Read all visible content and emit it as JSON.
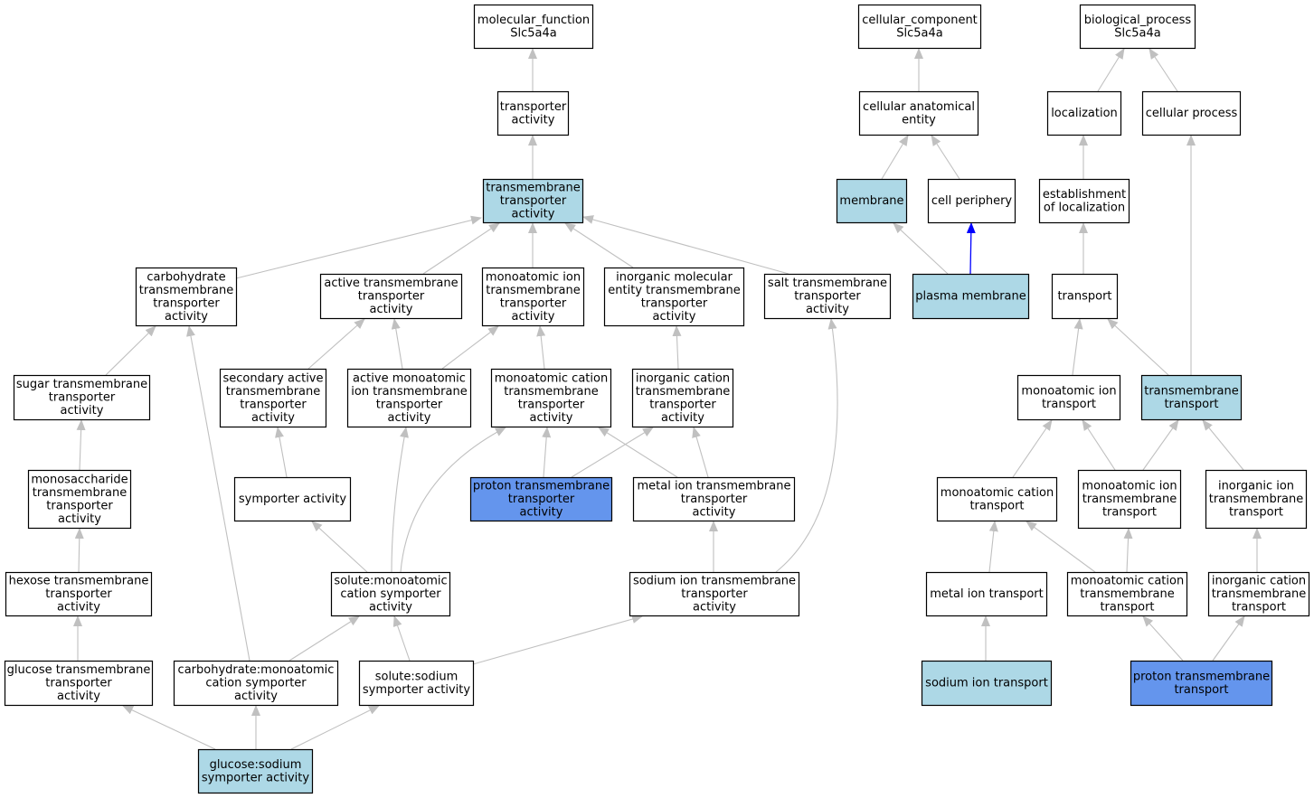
{
  "colors": {
    "node_fill": "#ffffff",
    "annotated_fill": "#add8e6",
    "direct_fill": "#6495ed",
    "node_stroke": "#000000",
    "edge": "#c0c0c0",
    "highlight_edge": "#0000ff"
  },
  "nodes": [
    {
      "id": "mf_root",
      "lines": [
        "molecular_function",
        "Slc5a4a"
      ],
      "style": "plain"
    },
    {
      "id": "transporter_activity",
      "lines": [
        "transporter",
        "activity"
      ],
      "style": "plain"
    },
    {
      "id": "tm_transporter_activity",
      "lines": [
        "transmembrane",
        "transporter",
        "activity"
      ],
      "style": "annotated"
    },
    {
      "id": "carb_tm",
      "lines": [
        "carbohydrate",
        "transmembrane",
        "transporter",
        "activity"
      ],
      "style": "plain"
    },
    {
      "id": "active_tm",
      "lines": [
        "active transmembrane",
        "transporter",
        "activity"
      ],
      "style": "plain"
    },
    {
      "id": "monoatomic_ion_tm",
      "lines": [
        "monoatomic ion",
        "transmembrane",
        "transporter",
        "activity"
      ],
      "style": "plain"
    },
    {
      "id": "inorg_mol_entity_tm",
      "lines": [
        "inorganic molecular",
        "entity transmembrane",
        "transporter",
        "activity"
      ],
      "style": "plain"
    },
    {
      "id": "salt_tm",
      "lines": [
        "salt transmembrane",
        "transporter",
        "activity"
      ],
      "style": "plain"
    },
    {
      "id": "sugar_tm",
      "lines": [
        "sugar transmembrane",
        "transporter",
        "activity"
      ],
      "style": "plain"
    },
    {
      "id": "secondary_active_tm",
      "lines": [
        "secondary active",
        "transmembrane",
        "transporter",
        "activity"
      ],
      "style": "plain"
    },
    {
      "id": "active_monoatomic_ion_tm",
      "lines": [
        "active monoatomic",
        "ion transmembrane",
        "transporter",
        "activity"
      ],
      "style": "plain"
    },
    {
      "id": "monoatomic_cation_tm",
      "lines": [
        "monoatomic cation",
        "transmembrane",
        "transporter",
        "activity"
      ],
      "style": "plain"
    },
    {
      "id": "inorg_cation_tm",
      "lines": [
        "inorganic cation",
        "transmembrane",
        "transporter",
        "activity"
      ],
      "style": "plain"
    },
    {
      "id": "monosaccharide_tm",
      "lines": [
        "monosaccharide",
        "transmembrane",
        "transporter",
        "activity"
      ],
      "style": "plain"
    },
    {
      "id": "symporter",
      "lines": [
        "symporter activity"
      ],
      "style": "plain"
    },
    {
      "id": "proton_tm",
      "lines": [
        "proton transmembrane",
        "transporter",
        "activity"
      ],
      "style": "direct"
    },
    {
      "id": "metal_ion_tm",
      "lines": [
        "metal ion transmembrane",
        "transporter",
        "activity"
      ],
      "style": "plain"
    },
    {
      "id": "hexose_tm",
      "lines": [
        "hexose transmembrane",
        "transporter",
        "activity"
      ],
      "style": "plain"
    },
    {
      "id": "solute_monoatomic_cation_symporter",
      "lines": [
        "solute:monoatomic",
        "cation symporter",
        "activity"
      ],
      "style": "plain"
    },
    {
      "id": "sodium_ion_tm",
      "lines": [
        "sodium ion transmembrane",
        "transporter",
        "activity"
      ],
      "style": "plain"
    },
    {
      "id": "glucose_tm",
      "lines": [
        "glucose transmembrane",
        "transporter",
        "activity"
      ],
      "style": "plain"
    },
    {
      "id": "carb_monoatomic_cation_symporter",
      "lines": [
        "carbohydrate:monoatomic",
        "cation symporter",
        "activity"
      ],
      "style": "plain"
    },
    {
      "id": "solute_sodium_symporter",
      "lines": [
        "solute:sodium",
        "symporter activity"
      ],
      "style": "plain"
    },
    {
      "id": "glucose_sodium_symporter",
      "lines": [
        "glucose:sodium",
        "symporter activity"
      ],
      "style": "annotated"
    },
    {
      "id": "cc_root",
      "lines": [
        "cellular_component",
        "Slc5a4a"
      ],
      "style": "plain"
    },
    {
      "id": "cellular_anatomical_entity",
      "lines": [
        "cellular anatomical",
        "entity"
      ],
      "style": "plain"
    },
    {
      "id": "membrane",
      "lines": [
        "membrane"
      ],
      "style": "annotated"
    },
    {
      "id": "cell_periphery",
      "lines": [
        "cell periphery"
      ],
      "style": "plain"
    },
    {
      "id": "plasma_membrane",
      "lines": [
        "plasma membrane"
      ],
      "style": "annotated"
    },
    {
      "id": "bp_root",
      "lines": [
        "biological_process",
        "Slc5a4a"
      ],
      "style": "plain"
    },
    {
      "id": "localization",
      "lines": [
        "localization"
      ],
      "style": "plain"
    },
    {
      "id": "cellular_process",
      "lines": [
        "cellular process"
      ],
      "style": "plain"
    },
    {
      "id": "establishment_of_localization",
      "lines": [
        "establishment",
        "of localization"
      ],
      "style": "plain"
    },
    {
      "id": "transport",
      "lines": [
        "transport"
      ],
      "style": "plain"
    },
    {
      "id": "monoatomic_ion_transport",
      "lines": [
        "monoatomic ion",
        "transport"
      ],
      "style": "plain"
    },
    {
      "id": "tm_transport",
      "lines": [
        "transmembrane",
        "transport"
      ],
      "style": "annotated"
    },
    {
      "id": "monoatomic_cation_transport",
      "lines": [
        "monoatomic cation",
        "transport"
      ],
      "style": "plain"
    },
    {
      "id": "monoatomic_ion_tm_transport",
      "lines": [
        "monoatomic ion",
        "transmembrane",
        "transport"
      ],
      "style": "plain"
    },
    {
      "id": "inorg_ion_tm_transport",
      "lines": [
        "inorganic ion",
        "transmembrane",
        "transport"
      ],
      "style": "plain"
    },
    {
      "id": "metal_ion_transport",
      "lines": [
        "metal ion transport"
      ],
      "style": "plain"
    },
    {
      "id": "monoatomic_cation_tm_transport",
      "lines": [
        "monoatomic cation",
        "transmembrane",
        "transport"
      ],
      "style": "plain"
    },
    {
      "id": "inorg_cation_tm_transport",
      "lines": [
        "inorganic cation",
        "transmembrane",
        "transport"
      ],
      "style": "plain"
    },
    {
      "id": "sodium_ion_transport",
      "lines": [
        "sodium ion transport"
      ],
      "style": "annotated"
    },
    {
      "id": "proton_tm_transport",
      "lines": [
        "proton transmembrane",
        "transport"
      ],
      "style": "direct"
    }
  ],
  "edges": [
    {
      "from": "transporter_activity",
      "to": "mf_root"
    },
    {
      "from": "tm_transporter_activity",
      "to": "transporter_activity"
    },
    {
      "from": "carb_tm",
      "to": "tm_transporter_activity"
    },
    {
      "from": "active_tm",
      "to": "tm_transporter_activity"
    },
    {
      "from": "monoatomic_ion_tm",
      "to": "tm_transporter_activity"
    },
    {
      "from": "inorg_mol_entity_tm",
      "to": "tm_transporter_activity"
    },
    {
      "from": "salt_tm",
      "to": "tm_transporter_activity"
    },
    {
      "from": "sugar_tm",
      "to": "carb_tm"
    },
    {
      "from": "secondary_active_tm",
      "to": "active_tm"
    },
    {
      "from": "active_monoatomic_ion_tm",
      "to": "active_tm"
    },
    {
      "from": "active_monoatomic_ion_tm",
      "to": "monoatomic_ion_tm"
    },
    {
      "from": "monoatomic_cation_tm",
      "to": "monoatomic_ion_tm"
    },
    {
      "from": "inorg_cation_tm",
      "to": "inorg_mol_entity_tm"
    },
    {
      "from": "monosaccharide_tm",
      "to": "sugar_tm"
    },
    {
      "from": "symporter",
      "to": "secondary_active_tm"
    },
    {
      "from": "proton_tm",
      "to": "monoatomic_cation_tm"
    },
    {
      "from": "proton_tm",
      "to": "inorg_cation_tm"
    },
    {
      "from": "metal_ion_tm",
      "to": "monoatomic_cation_tm"
    },
    {
      "from": "metal_ion_tm",
      "to": "inorg_cation_tm"
    },
    {
      "from": "hexose_tm",
      "to": "monosaccharide_tm"
    },
    {
      "from": "solute_monoatomic_cation_symporter",
      "to": "symporter"
    },
    {
      "from": "solute_monoatomic_cation_symporter",
      "to": "active_monoatomic_ion_tm"
    },
    {
      "from": "solute_monoatomic_cation_symporter",
      "to": "monoatomic_cation_tm"
    },
    {
      "from": "sodium_ion_tm",
      "to": "metal_ion_tm"
    },
    {
      "from": "sodium_ion_tm",
      "to": "salt_tm"
    },
    {
      "from": "glucose_tm",
      "to": "hexose_tm"
    },
    {
      "from": "carb_monoatomic_cation_symporter",
      "to": "carb_tm"
    },
    {
      "from": "carb_monoatomic_cation_symporter",
      "to": "solute_monoatomic_cation_symporter"
    },
    {
      "from": "solute_sodium_symporter",
      "to": "solute_monoatomic_cation_symporter"
    },
    {
      "from": "solute_sodium_symporter",
      "to": "sodium_ion_tm"
    },
    {
      "from": "glucose_sodium_symporter",
      "to": "glucose_tm"
    },
    {
      "from": "glucose_sodium_symporter",
      "to": "carb_monoatomic_cation_symporter"
    },
    {
      "from": "glucose_sodium_symporter",
      "to": "solute_sodium_symporter"
    },
    {
      "from": "cellular_anatomical_entity",
      "to": "cc_root"
    },
    {
      "from": "membrane",
      "to": "cellular_anatomical_entity"
    },
    {
      "from": "cell_periphery",
      "to": "cellular_anatomical_entity"
    },
    {
      "from": "plasma_membrane",
      "to": "membrane"
    },
    {
      "from": "plasma_membrane",
      "to": "cell_periphery",
      "highlight": true
    },
    {
      "from": "localization",
      "to": "bp_root"
    },
    {
      "from": "cellular_process",
      "to": "bp_root"
    },
    {
      "from": "establishment_of_localization",
      "to": "localization"
    },
    {
      "from": "transport",
      "to": "establishment_of_localization"
    },
    {
      "from": "monoatomic_ion_transport",
      "to": "transport"
    },
    {
      "from": "tm_transport",
      "to": "transport"
    },
    {
      "from": "tm_transport",
      "to": "cellular_process"
    },
    {
      "from": "monoatomic_cation_transport",
      "to": "monoatomic_ion_transport"
    },
    {
      "from": "monoatomic_ion_tm_transport",
      "to": "monoatomic_ion_transport"
    },
    {
      "from": "monoatomic_ion_tm_transport",
      "to": "tm_transport"
    },
    {
      "from": "inorg_ion_tm_transport",
      "to": "tm_transport"
    },
    {
      "from": "metal_ion_transport",
      "to": "monoatomic_cation_transport"
    },
    {
      "from": "monoatomic_cation_tm_transport",
      "to": "monoatomic_cation_transport"
    },
    {
      "from": "monoatomic_cation_tm_transport",
      "to": "monoatomic_ion_tm_transport"
    },
    {
      "from": "inorg_cation_tm_transport",
      "to": "inorg_ion_tm_transport"
    },
    {
      "from": "sodium_ion_transport",
      "to": "metal_ion_transport"
    },
    {
      "from": "proton_tm_transport",
      "to": "monoatomic_cation_tm_transport"
    },
    {
      "from": "proton_tm_transport",
      "to": "inorg_cation_tm_transport"
    }
  ]
}
